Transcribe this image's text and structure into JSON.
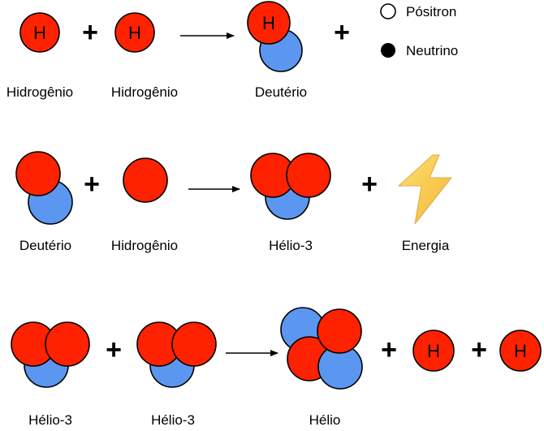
{
  "colors": {
    "proton": "#ff2200",
    "neutron": "#5b97f0",
    "stroke": "#000000",
    "bolt_light": "#fbe172",
    "bolt_dark": "#f5b533"
  },
  "symbols": {
    "plus": "+",
    "hydrogen": "H"
  },
  "legend": {
    "positron": "Pósitron",
    "neutrino": "Neutrino"
  },
  "reactions": [
    {
      "reactant_1": "Hidrogênio",
      "reactant_2": "Hidrogênio",
      "product_1": "Deutério"
    },
    {
      "reactant_1": "Deutério",
      "reactant_2": "Hidrogênio",
      "product_1": "Hélio-3",
      "product_2": "Energia"
    },
    {
      "reactant_1": "Hélio-3",
      "reactant_2": "Hélio-3",
      "product_1": "Hélio"
    }
  ]
}
